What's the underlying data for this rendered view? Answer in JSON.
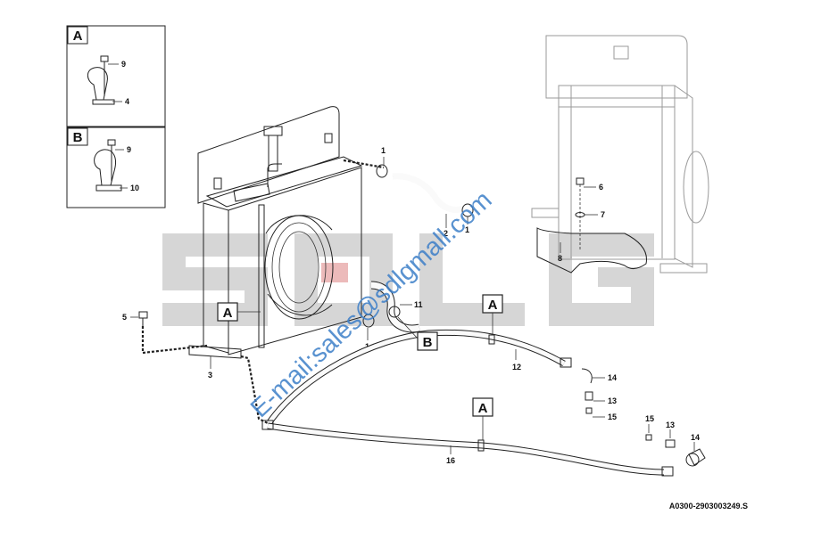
{
  "watermark": {
    "brand": "SDLG",
    "email": "E-mail:sales@sdlgmall.com"
  },
  "detail_boxes": [
    {
      "letter": "A",
      "callouts": [
        "9",
        "4"
      ]
    },
    {
      "letter": "B",
      "callouts": [
        "9",
        "10"
      ]
    }
  ],
  "callouts": {
    "c1a": "1",
    "c1b": "1",
    "c1c": "1",
    "c2": "2",
    "c3": "3",
    "c5": "5",
    "c6": "6",
    "c7": "7",
    "c8": "8",
    "c11": "11",
    "c12": "12",
    "c13a": "13",
    "c13b": "13",
    "c14a": "14",
    "c14b": "14",
    "c15a": "15",
    "c15b": "15",
    "c16": "16"
  },
  "section_markers": {
    "a1": "A",
    "a2": "A",
    "a3": "A",
    "b1": "B"
  },
  "drawing_code": "A0300-2903003249.S"
}
